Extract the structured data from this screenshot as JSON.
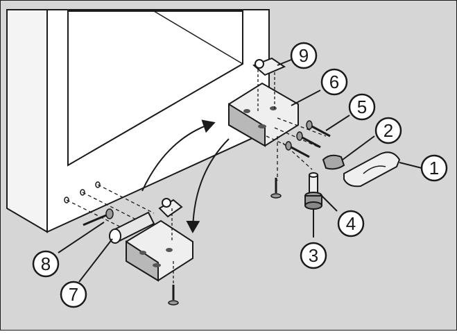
{
  "diagram": {
    "callouts": [
      {
        "id": "1",
        "label": "1"
      },
      {
        "id": "2",
        "label": "2"
      },
      {
        "id": "3",
        "label": "3"
      },
      {
        "id": "4",
        "label": "4"
      },
      {
        "id": "5",
        "label": "5"
      },
      {
        "id": "6",
        "label": "6"
      },
      {
        "id": "7",
        "label": "7"
      },
      {
        "id": "8",
        "label": "8"
      },
      {
        "id": "9",
        "label": "9"
      }
    ],
    "colors": {
      "background": "#d6d6d6",
      "appliance": "#ffffff",
      "line": "#1a1a1a",
      "metal_light": "#f0f0f0",
      "metal_dark": "#9a9a9a"
    }
  }
}
